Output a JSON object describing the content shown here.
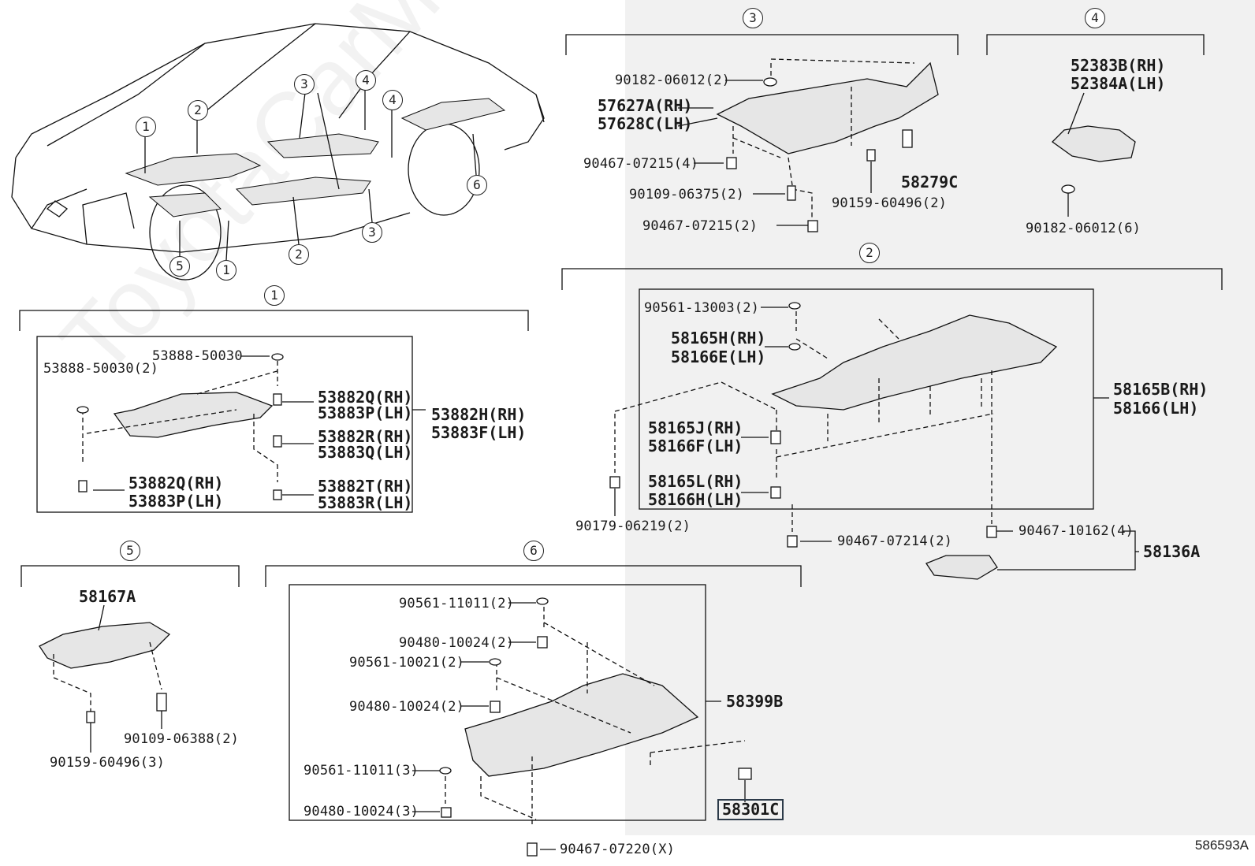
{
  "watermark": "ToyotaCarMine.ru",
  "diagram_code": "586593A",
  "overview_callouts": [
    "1",
    "2",
    "3",
    "4",
    "4",
    "1",
    "5",
    "1",
    "2",
    "3",
    "6"
  ],
  "group1": {
    "num": "1",
    "parts": [
      "53888-50030",
      "53888-50030(2)",
      "53882Q(RH)",
      "53883P(LH)",
      "53882H(RH)",
      "53883F(LH)",
      "53882R(RH)",
      "53883Q(LH)",
      "53882Q(RH)",
      "53883P(LH)",
      "53882T(RH)",
      "53883R(LH)"
    ]
  },
  "group2": {
    "num": "2",
    "parts": [
      "90561-13003(2)",
      "58165H(RH)",
      "58166E(LH)",
      "58165B(RH)",
      "58166(LH)",
      "58165J(RH)",
      "58166F(LH)",
      "58165L(RH)",
      "58166H(LH)",
      "90179-06219(2)",
      "90467-07214(2)",
      "90467-10162(4)",
      "58136A"
    ]
  },
  "group3": {
    "num": "3",
    "parts": [
      "90182-06012(2)",
      "57627A(RH)",
      "57628C(LH)",
      "90467-07215(4)",
      "58279C",
      "90109-06375(2)",
      "90159-60496(2)",
      "90467-07215(2)"
    ]
  },
  "group4": {
    "num": "4",
    "parts": [
      "52383B(RH)",
      "52384A(LH)",
      "90182-06012(6)"
    ]
  },
  "group5": {
    "num": "5",
    "parts": [
      "58167A",
      "90109-06388(2)",
      "90159-60496(3)"
    ]
  },
  "group6": {
    "num": "6",
    "parts": [
      "90561-11011(2)",
      "90480-10024(2)",
      "90561-10021(2)",
      "90480-10024(2)",
      "58399B",
      "90561-11011(3)",
      "90480-10024(3)",
      "58301C",
      "90467-07220(X)"
    ]
  }
}
